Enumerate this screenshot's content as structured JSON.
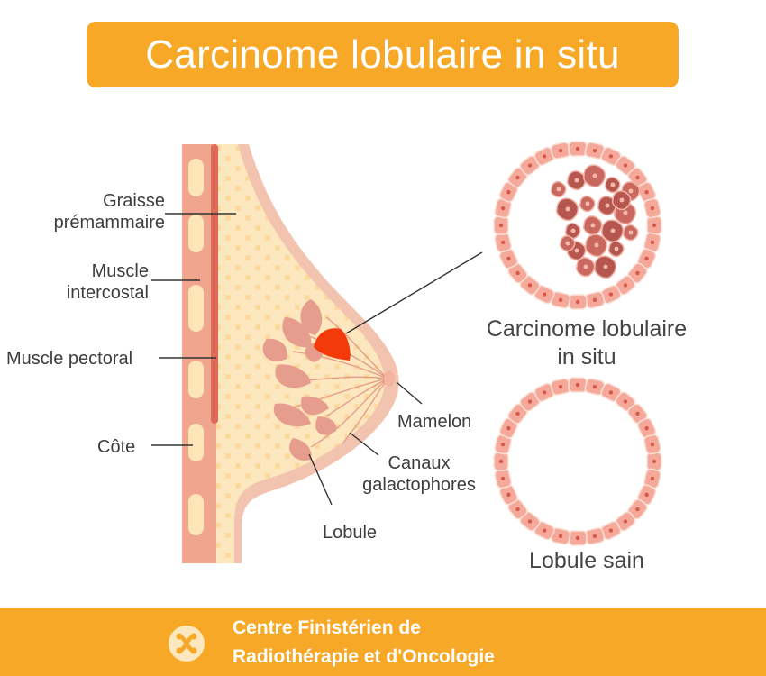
{
  "title": "Carcinome lobulaire in situ",
  "labels": {
    "graisse": [
      "Graisse",
      "prémammaire"
    ],
    "muscle_intercostal": [
      "Muscle",
      "intercostal"
    ],
    "muscle_pectoral": "Muscle pectoral",
    "cote": "Côte",
    "mamelon": "Mamelon",
    "canaux": [
      "Canaux",
      "galactophores"
    ],
    "lobule": "Lobule"
  },
  "panels": {
    "carcinome": [
      "Carcinome lobulaire",
      "in situ"
    ],
    "sain": "Lobule sain"
  },
  "footer": {
    "line1": "Centre Finistérien de",
    "line2": "Radiothérapie et d'Oncologie"
  },
  "colors": {
    "brand_orange": "#f7a826",
    "tumor_red": "#f33a0a",
    "lobule_pink": "#e79b8c",
    "cell_pink": "#f5a99b",
    "cancer_cell": "#b5574e"
  }
}
